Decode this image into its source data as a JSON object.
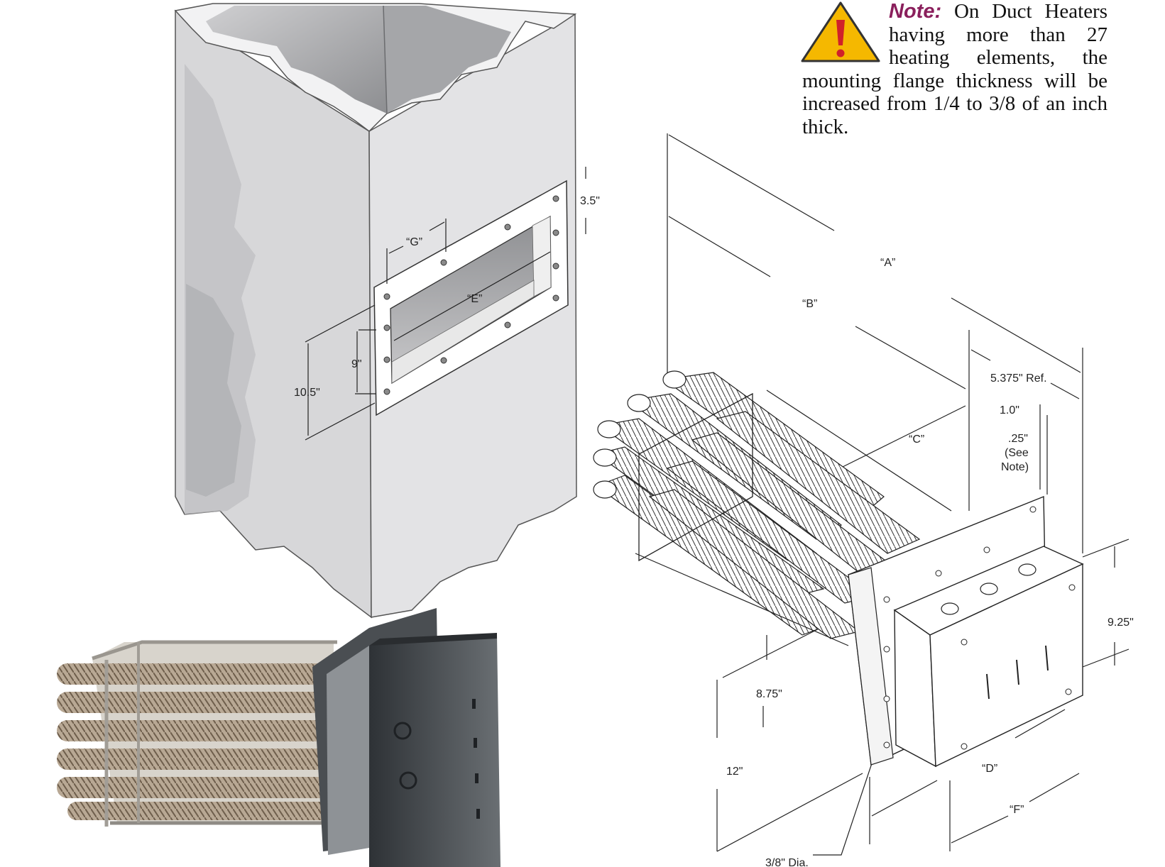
{
  "note": {
    "label": "Note:",
    "text": "On Duct Heaters having more than 27 heating elements, the mounting flange thickness will be increased from 1/4 to 3/8 of an inch thick."
  },
  "duct_dims": {
    "g": "“G”",
    "e": "“E”",
    "d35": "3.5\"",
    "d9": "9\"",
    "d105": "10.5\""
  },
  "heater_dims": {
    "a": "“A”",
    "b": "“B”",
    "c": "“C”",
    "d": "“D”",
    "f": "“F”",
    "ref": "5.375\" Ref.",
    "one": "1.0\"",
    "quarter": ".25\"",
    "see": "(See",
    "note": "Note)",
    "d925": "9.25\"",
    "d875": "8.75\"",
    "d12": "12\"",
    "hole": "3/8\" Dia."
  },
  "icons": {
    "warning": "warning-triangle-icon"
  },
  "colors": {
    "note_label": "#8a1f5c",
    "warning_fill": "#f5b800",
    "warning_mark": "#d0202a"
  }
}
